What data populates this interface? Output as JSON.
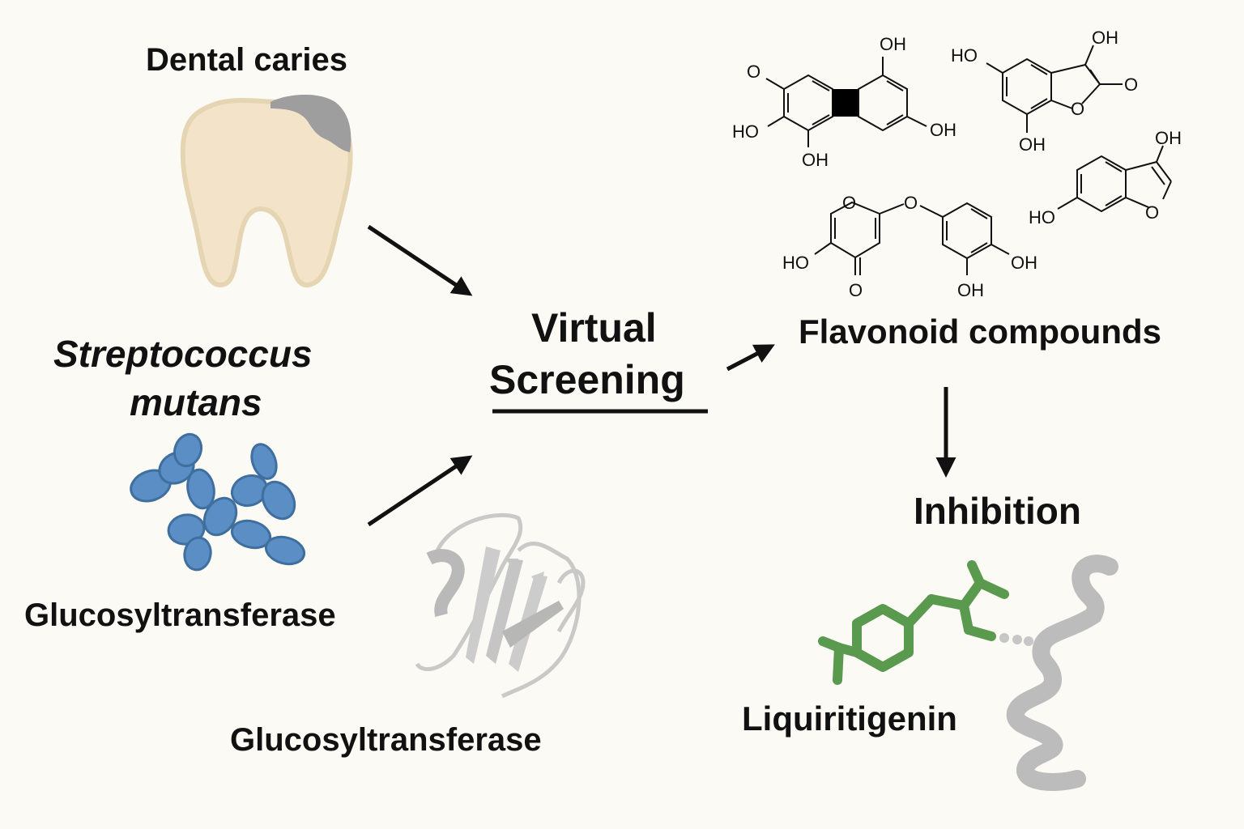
{
  "labels": {
    "dental_caries": "Dental caries",
    "organism_line1": "Streptococcus",
    "organism_line2": "mutans",
    "enzyme_left": "Glucosyltransferase",
    "enzyme_bottom": "Glucosyltransferase",
    "virtual_line1": "Virtual",
    "virtual_line2": "Screening",
    "flavonoids": "Flavonoid compounds",
    "inhibition": "Inhibition",
    "ligand": "Liquiritigenin"
  },
  "atoms": {
    "oh": "OH",
    "ho": "HO",
    "o": "O"
  },
  "colors": {
    "background": "#fcfaf5",
    "tooth_fill": "#f3e4c9",
    "tooth_outline": "#e6d5b3",
    "caries": "#9e9e9e",
    "bacteria_fill": "#5b8ec4",
    "bacteria_outline": "#3f6f9f",
    "protein_gray": "#bdbdbd",
    "ligand_green": "#5a9a4e",
    "ligand_dark": "#3f7a36",
    "arrow": "#111111"
  },
  "icons": [
    "tooth-icon",
    "bacteria-cluster-icon",
    "protein-ribbon-icon",
    "ligand-molecule-icon",
    "protein-coil-icon"
  ]
}
